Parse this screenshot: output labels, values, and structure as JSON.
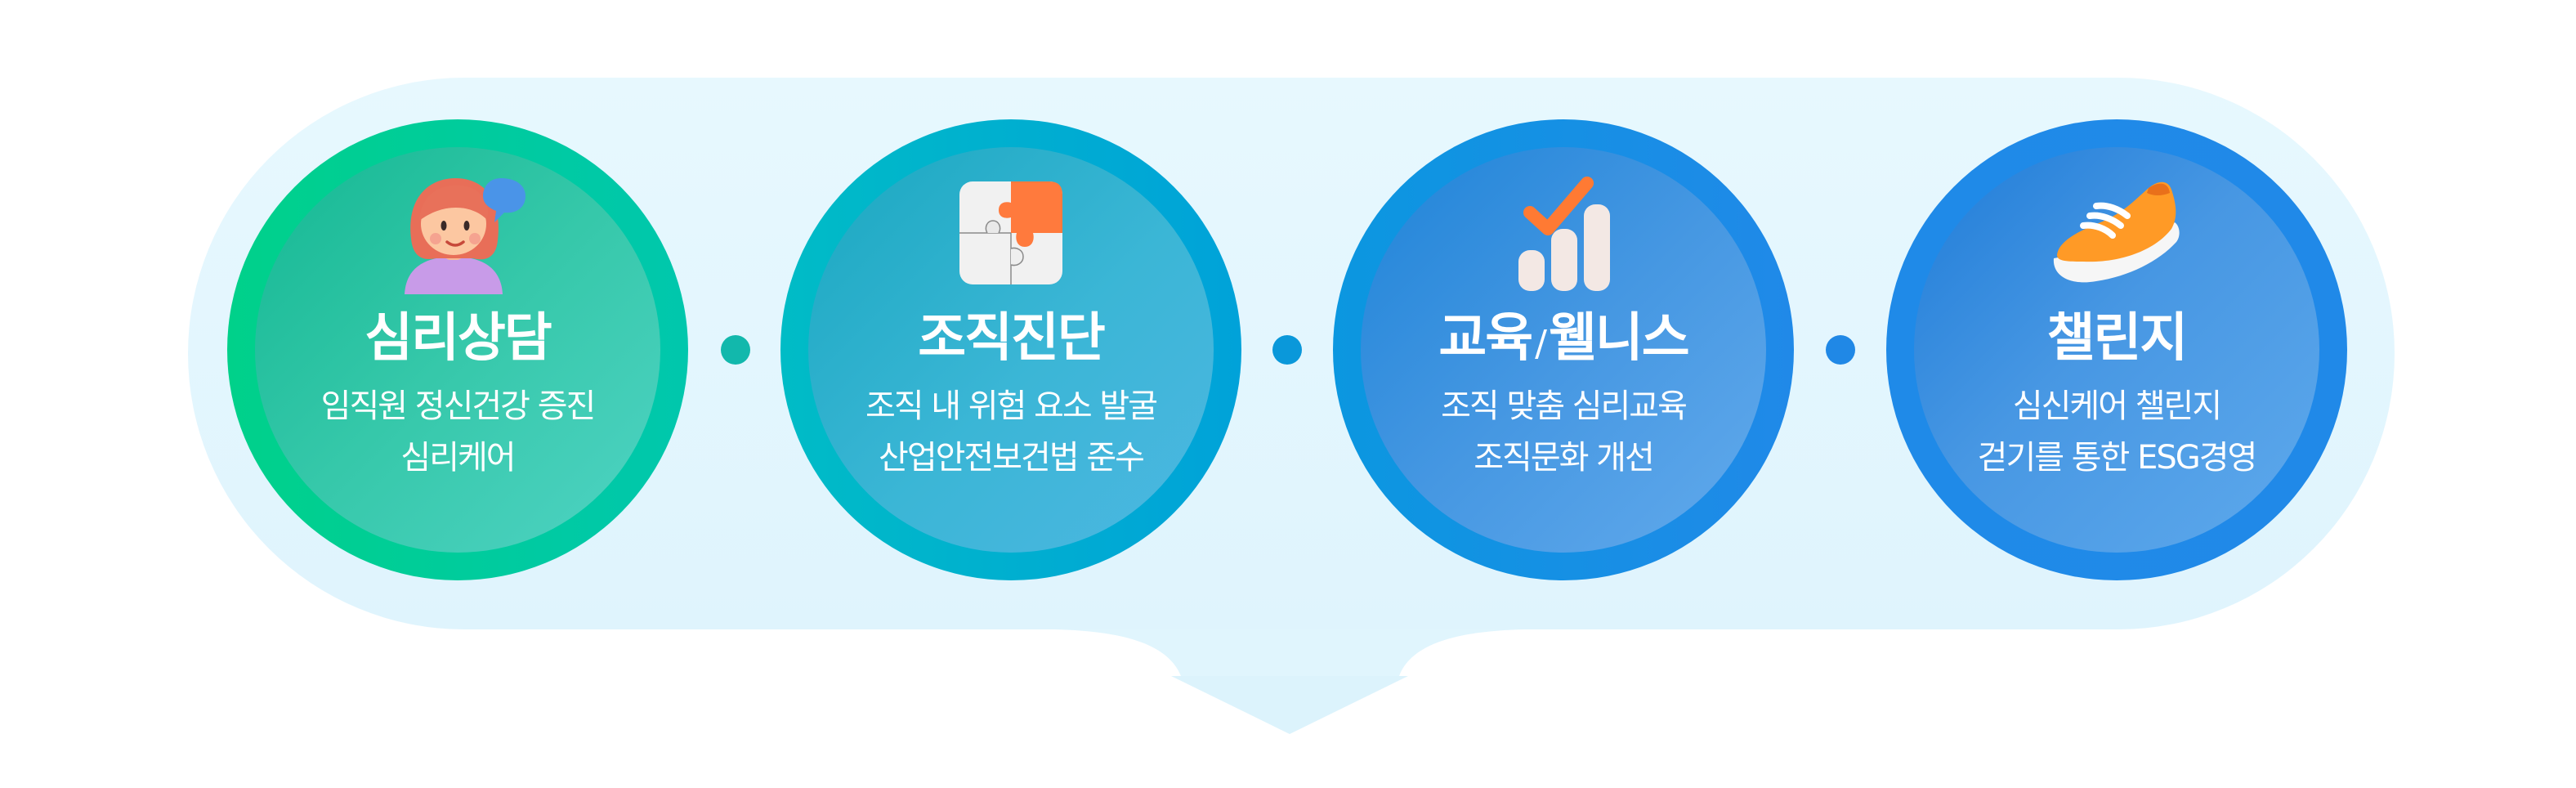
{
  "colors": {
    "background_pill": "#e3f6fd",
    "dot_1": "#12b8ac",
    "dot_2": "#0a98da",
    "dot_3": "#2088e6",
    "text": "#ffffff"
  },
  "steps": [
    {
      "icon": "counselor-woman-speech-bubble-icon",
      "title": "심리상담",
      "desc": [
        "임직원 정신건강 증진",
        "심리케어"
      ]
    },
    {
      "icon": "puzzle-pieces-icon",
      "title": "조직진단",
      "desc": [
        "조직 내 위험 요소 발굴",
        "산업안전보건법 준수"
      ]
    },
    {
      "icon": "bar-chart-checkmark-icon",
      "title_part1": "교육",
      "title_slash": "/",
      "title_part2": "웰니스",
      "desc": [
        "조직 맞춤 심리교육",
        "조직문화 개선"
      ]
    },
    {
      "icon": "sneaker-shoe-icon",
      "title": "챌린지",
      "desc": [
        "심신케어 챌린지",
        "걷기를 통한 ESG경영"
      ]
    }
  ],
  "connectors": [
    "dot",
    "dot",
    "dot"
  ],
  "arrow": {
    "direction": "down",
    "icon": "arrow-down-icon"
  }
}
